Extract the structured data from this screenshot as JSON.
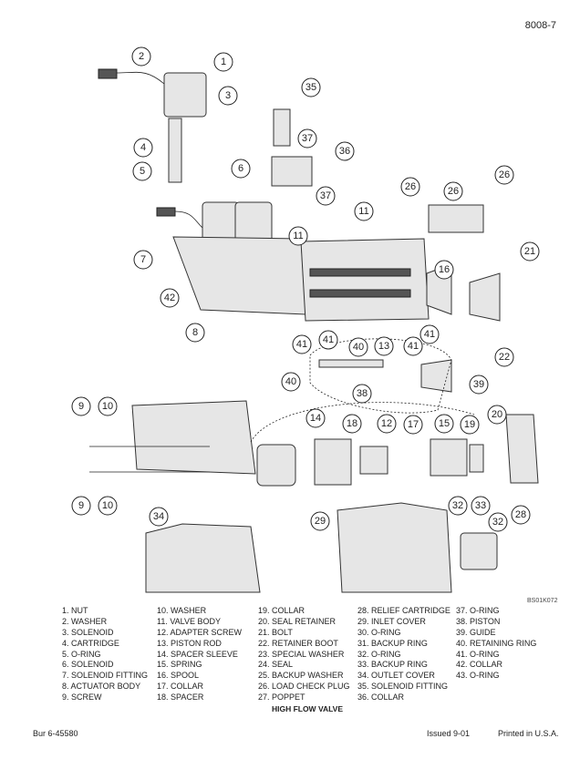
{
  "header": {
    "page_number": "8008-7"
  },
  "diagram": {
    "figure_code": "BS01K072",
    "callouts": [
      "1",
      "2",
      "3",
      "4",
      "5",
      "6",
      "7",
      "8",
      "9",
      "10",
      "9",
      "10",
      "11",
      "11",
      "12",
      "13",
      "14",
      "15",
      "16",
      "17",
      "18",
      "19",
      "20",
      "21",
      "22",
      "26",
      "26",
      "26",
      "35",
      "36",
      "37",
      "37",
      "38",
      "39",
      "40",
      "40",
      "41",
      "41",
      "41",
      "41",
      "42",
      "34",
      "29",
      "32",
      "33",
      "32",
      "28"
    ]
  },
  "legend": {
    "columns": [
      [
        "1. NUT",
        "2. WASHER",
        "3. SOLENOID",
        "4. CARTRIDGE",
        "5. O-RING",
        "6. SOLENOID",
        "7. SOLENOID FITTING",
        "8. ACTUATOR BODY",
        "9. SCREW"
      ],
      [
        "10. WASHER",
        "11. VALVE BODY",
        "12. ADAPTER SCREW",
        "13. PISTON ROD",
        "14. SPACER SLEEVE",
        "15. SPRING",
        "16. SPOOL",
        "17. COLLAR",
        "18. SPACER"
      ],
      [
        "19. COLLAR",
        "20. SEAL RETAINER",
        "21. BOLT",
        "22. RETAINER BOOT",
        "23. SPECIAL WASHER",
        "24. SEAL",
        "25. BACKUP WASHER",
        "26. LOAD CHECK PLUG",
        "27. POPPET"
      ],
      [
        "28. RELIEF CARTRIDGE",
        "29. INLET COVER",
        "30. O-RING",
        "31. BACKUP RING",
        "32. O-RING",
        "33. BACKUP RING",
        "34. OUTLET COVER",
        "35. SOLENOID FITTING",
        "36. COLLAR"
      ],
      [
        "37. O-RING",
        "38. PISTON",
        "39. GUIDE",
        "40. RETAINING RING",
        "41. O-RING",
        "42. COLLAR",
        "43. O-RING"
      ]
    ],
    "caption": "HIGH FLOW VALVE"
  },
  "footer": {
    "left": "Bur 6-45580",
    "center": "Issued 9-01",
    "right": "Printed in U.S.A."
  }
}
